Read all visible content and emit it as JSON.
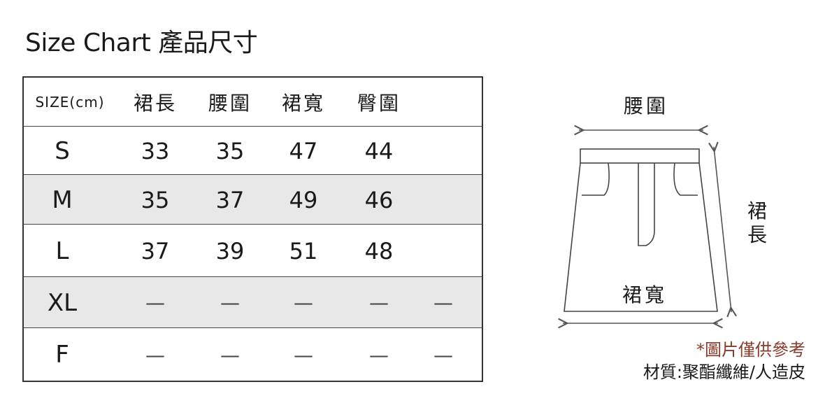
{
  "title": "Size Chart 產品尺寸",
  "table": {
    "header": [
      "SIZE(cm)",
      "裙長",
      "腰圍",
      "裙寬",
      "臀圍"
    ],
    "rows": [
      {
        "size": "S",
        "values": [
          "33",
          "35",
          "47",
          "44",
          ""
        ]
      },
      {
        "size": "M",
        "values": [
          "35",
          "37",
          "49",
          "46",
          ""
        ]
      },
      {
        "size": "L",
        "values": [
          "37",
          "39",
          "51",
          "48",
          ""
        ]
      },
      {
        "size": "XL",
        "values": [
          "—",
          "—",
          "—",
          "—",
          "—"
        ]
      },
      {
        "size": "F",
        "values": [
          "—",
          "—",
          "—",
          "—",
          "—"
        ]
      }
    ]
  },
  "diagram": {
    "waist_label": "腰圍",
    "length_label_top": "裙",
    "length_label_bottom": "長",
    "width_label": "裙寬"
  },
  "note": "*圖片僅供參考",
  "material": "材質:聚酯纖維/人造皮"
}
